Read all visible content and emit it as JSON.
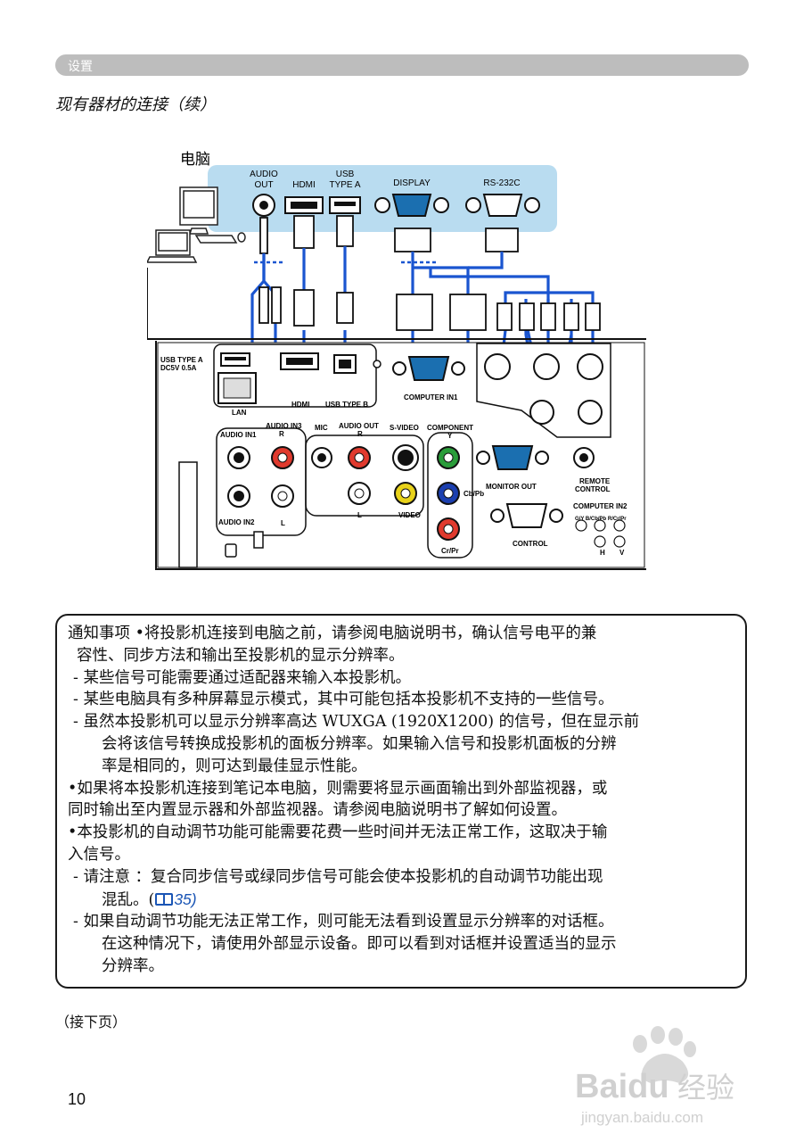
{
  "header": {
    "section_label": "设置"
  },
  "section_title": "现有器材的连接（续）",
  "diagram": {
    "computer_label": "电脑",
    "pc_ports": {
      "audio_out": [
        "AUDIO",
        "OUT"
      ],
      "hdmi": "HDMI",
      "usb_type_a": [
        "USB",
        "TYPE A"
      ],
      "display": "DISPLAY",
      "rs232c": "RS-232C"
    },
    "projector_labels": {
      "usb_type_a": "USB TYPE A",
      "usb_power": "DC5V 0.5A",
      "lan": "LAN",
      "hdmi": "HDMI",
      "usb_type_b": "USB TYPE B",
      "computer_in1": "COMPUTER IN1",
      "audio_in1": "AUDIO IN1",
      "audio_in3": "AUDIO IN3",
      "r": "R",
      "mic": "MIC",
      "audio_out": "AUDIO OUT",
      "s_video": "S-VIDEO",
      "component": "COMPONENT",
      "y": "Y",
      "cb_pb": "Cb/Pb",
      "cr_pr": "Cr/Pr",
      "monitor_out": "MONITOR OUT",
      "remote_control": [
        "REMOTE",
        "CONTROL"
      ],
      "computer_in2": "COMPUTER IN2",
      "in2_sub": "G/Y  B/Cb/Pb  R/Cr/Pr",
      "h": "H",
      "v": "V",
      "audio_in2": "AUDIO IN2",
      "l": "L",
      "video": "VIDEO",
      "control": "CONTROL"
    }
  },
  "notice": {
    "heading": "通知事项",
    "lines": [
      "•将投影机连接到电脑之前，请参阅电脑说明书，确认信号电平的兼",
      "容性、同步方法和输出至投影机的显示分辨率。",
      "- 某些信号可能需要通过适配器来输入本投影机。",
      "- 某些电脑具有多种屏幕显示模式，其中可能包括本投影机不支持的一些信号。",
      "- 虽然本投影机可以显示分辨率高达 WUXGA (1920X1200) 的信号，但在显示前",
      "会将该信号转换成投影机的面板分辨率。如果输入信号和投影机面板的分辨",
      "率是相同的，则可达到最佳显示性能。",
      "•如果将本投影机连接到笔记本电脑，则需要将显示画面输出到外部监视器，或",
      "同时输出至内置显示器和外部监视器。请参阅电脑说明书了解如何设置。",
      "•本投影机的自动调节功能可能需要花费一些时间并无法正常工作，这取决于输",
      "入信号。",
      "- 请注意 ：复合同步信号或绿同步信号可能会使本投影机的自动调节功能出现",
      "混乱。(",
      "35)",
      "- 如果自动调节功能无法正常工作，则可能无法看到设置显示分辨率的对话框。",
      "在这种情况下，请使用外部显示设备。即可以看到对话框并设置适当的显示",
      "分辨率。"
    ]
  },
  "continued": "（接下页）",
  "page_number": "10",
  "watermark": {
    "brand": "Bai",
    "brand2": "du",
    "product": "经验",
    "url": "jingyan.baidu.com"
  },
  "colors": {
    "cable": "#1a55d0",
    "port_panel": "#b9dcf0",
    "red_jack": "#e03a2e",
    "green_jack": "#2a9d3a",
    "blue_jack": "#1b3fb0",
    "yellow_jack": "#e8d21a",
    "header": "#bdbdbd"
  }
}
